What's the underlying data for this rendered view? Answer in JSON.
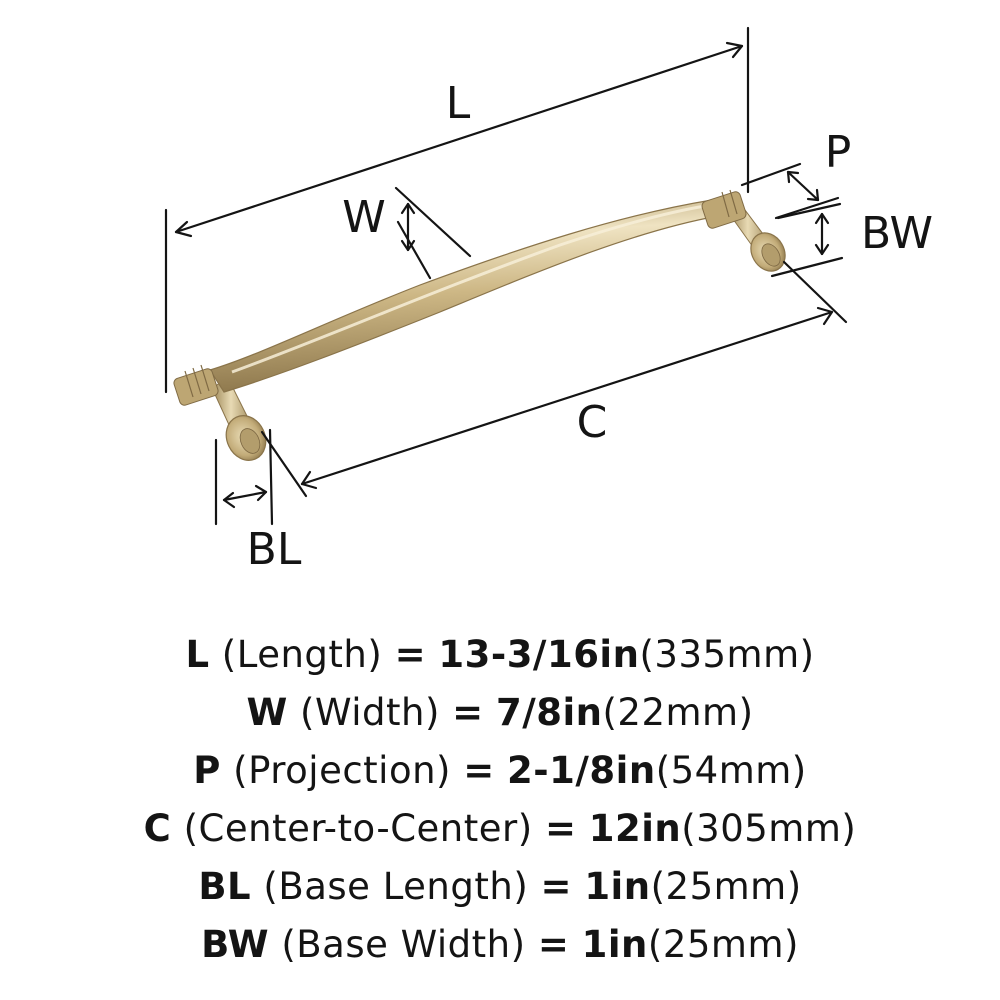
{
  "labels": {
    "L": "L",
    "W": "W",
    "P": "P",
    "BW": "BW",
    "C": "C",
    "BL": "BL"
  },
  "colors": {
    "finish": "#c8b27c",
    "finish_dark": "#8a744a",
    "finish_light": "#ece0bd",
    "ink": "#141414"
  },
  "specs": [
    {
      "sym": "L",
      "desc": "(Length)",
      "eq": "=",
      "imperial": "13-3/16in",
      "metric": "(335mm)"
    },
    {
      "sym": "W",
      "desc": "(Width)",
      "eq": "=",
      "imperial": "7/8in",
      "metric": "(22mm)"
    },
    {
      "sym": "P",
      "desc": "(Projection)",
      "eq": "=",
      "imperial": "2-1/8in",
      "metric": "(54mm)"
    },
    {
      "sym": "C",
      "desc": "(Center-to-Center)",
      "eq": "=",
      "imperial": "12in",
      "metric": "(305mm)"
    },
    {
      "sym": "BL",
      "desc": "(Base Length)",
      "eq": "=",
      "imperial": "1in",
      "metric": "(25mm)"
    },
    {
      "sym": "BW",
      "desc": "(Base Width)",
      "eq": "=",
      "imperial": "1in",
      "metric": "(25mm)"
    }
  ]
}
